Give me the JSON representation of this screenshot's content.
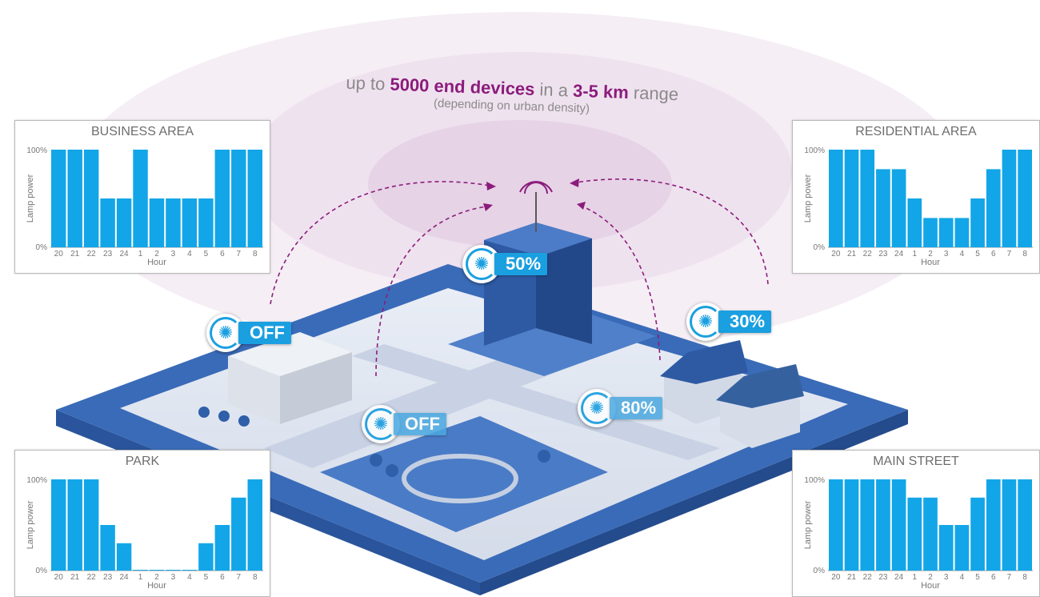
{
  "headline": {
    "prefix": "up to",
    "devices": "5000 end devices",
    "middle": "in a",
    "range": "3-5 km",
    "suffix": "range",
    "sub": "(depending on urban density)"
  },
  "badges": [
    {
      "value": "OFF",
      "icon": "lightbulb-icon"
    },
    {
      "value": "50%",
      "icon": "lightbulb-icon"
    },
    {
      "value": "30%",
      "icon": "lightbulb-icon"
    },
    {
      "value": "OFF",
      "icon": "lightbulb-icon"
    },
    {
      "value": "80%",
      "icon": "lightbulb-icon"
    }
  ],
  "colors": {
    "bar": "#12a6e8",
    "accent": "#8b1c7c",
    "platform": "#2f5fa8",
    "badge": "#1a9fe0"
  },
  "chart_data": [
    {
      "type": "bar",
      "title": "BUSINESS AREA",
      "xlabel": "Hour",
      "ylabel": "Lamp power",
      "ytick_labels": [
        "0%",
        "100%"
      ],
      "categories": [
        "20",
        "21",
        "22",
        "23",
        "24",
        "1",
        "2",
        "3",
        "4",
        "5",
        "6",
        "7",
        "8"
      ],
      "values": [
        100,
        100,
        100,
        50,
        50,
        100,
        50,
        50,
        50,
        50,
        100,
        100,
        100
      ],
      "ylim": [
        0,
        100
      ]
    },
    {
      "type": "bar",
      "title": "RESIDENTIAL AREA",
      "xlabel": "Hour",
      "ylabel": "Lamp power",
      "ytick_labels": [
        "0%",
        "100%"
      ],
      "categories": [
        "20",
        "21",
        "22",
        "23",
        "24",
        "1",
        "2",
        "3",
        "4",
        "5",
        "6",
        "7",
        "8"
      ],
      "values": [
        100,
        100,
        100,
        80,
        80,
        50,
        30,
        30,
        30,
        50,
        80,
        100,
        100
      ],
      "ylim": [
        0,
        100
      ]
    },
    {
      "type": "bar",
      "title": "PARK",
      "xlabel": "Hour",
      "ylabel": "Lamp power",
      "ytick_labels": [
        "0%",
        "100%"
      ],
      "categories": [
        "20",
        "21",
        "22",
        "23",
        "24",
        "1",
        "2",
        "3",
        "4",
        "5",
        "6",
        "7",
        "8"
      ],
      "values": [
        100,
        100,
        100,
        50,
        30,
        0,
        0,
        0,
        0,
        30,
        50,
        80,
        100
      ],
      "ylim": [
        0,
        100
      ]
    },
    {
      "type": "bar",
      "title": "MAIN STREET",
      "xlabel": "Hour",
      "ylabel": "Lamp power",
      "ytick_labels": [
        "0%",
        "100%"
      ],
      "categories": [
        "20",
        "21",
        "22",
        "23",
        "24",
        "1",
        "2",
        "3",
        "4",
        "5",
        "6",
        "7",
        "8"
      ],
      "values": [
        100,
        100,
        100,
        100,
        100,
        80,
        80,
        50,
        50,
        80,
        100,
        100,
        100
      ],
      "ylim": [
        0,
        100
      ]
    }
  ]
}
